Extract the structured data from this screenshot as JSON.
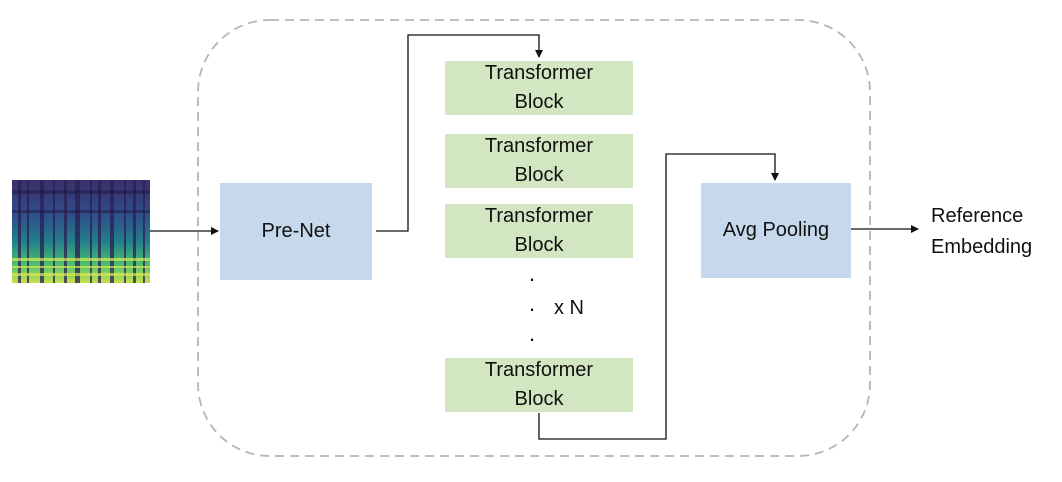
{
  "diagram": {
    "prenet_label": "Pre-Net",
    "transformer_blocks": [
      {
        "line1": "Transformer",
        "line2": "Block"
      },
      {
        "line1": "Transformer",
        "line2": "Block"
      },
      {
        "line1": "Transformer",
        "line2": "Block"
      },
      {
        "line1": "Transformer",
        "line2": "Block"
      }
    ],
    "repeat_label": "x N",
    "avg_pooling_label": "Avg Pooling",
    "output_label_line1": "Reference",
    "output_label_line2": "Embedding",
    "colors": {
      "prenet": "#c6d8ec",
      "transformer": "#d2e6c2",
      "avg_pooling": "#c6d8ec",
      "container_border": "#b5b5b5",
      "arrow": "#111111"
    },
    "icons": {
      "input": "mel-spectrogram-image"
    }
  }
}
